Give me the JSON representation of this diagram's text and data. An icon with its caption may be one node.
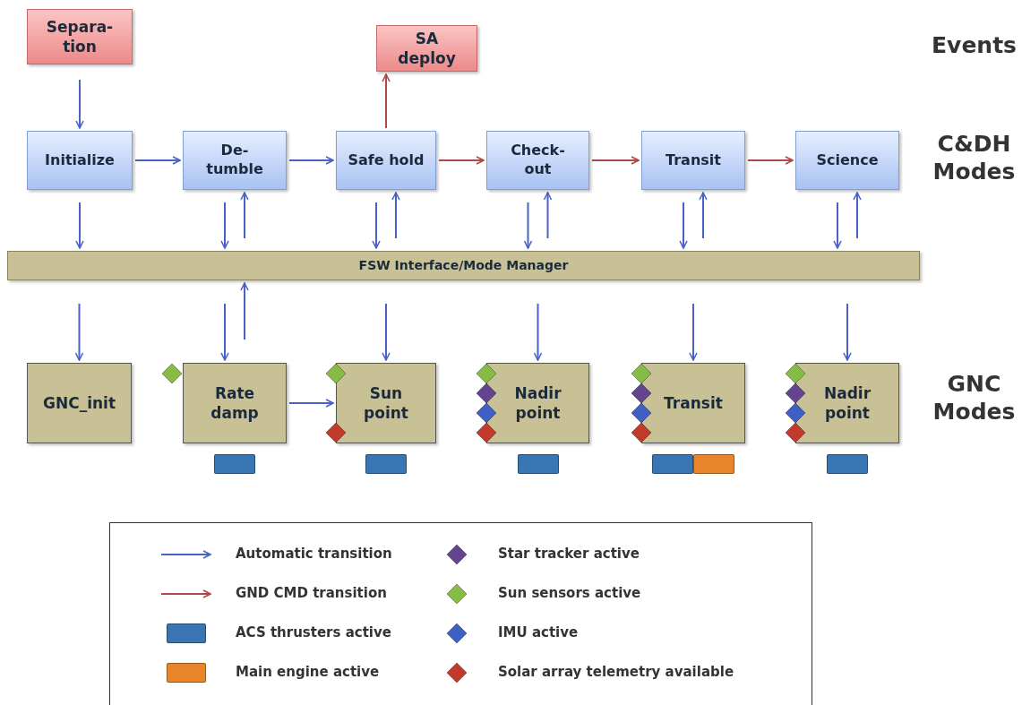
{
  "diagram": {
    "nodes": [
      {
        "text": [
          "Separa- tion"
        ]
      },
      {
        "text": [
          "SA deploy"
        ]
      },
      {
        "text": [
          "Initialize"
        ]
      },
      {
        "text": [
          "De- tumble"
        ]
      },
      {
        "text": [
          "Safe hold"
        ]
      },
      {
        "text": [
          "Check- out"
        ]
      },
      {
        "text": [
          "Transit"
        ]
      },
      {
        "text": [
          "Science"
        ]
      },
      {
        "text": [
          "FSW Interface/Mode Manager"
        ]
      },
      {
        "text": [
          "GNC_init"
        ]
      },
      {
        "text": [
          "Rate damp"
        ]
      },
      {
        "text": [
          "Sun point"
        ]
      },
      {
        "text": [
          "Nadir point"
        ]
      },
      {
        "text": [
          "Transit"
        ]
      },
      {
        "text": [
          "Nadir point"
        ]
      }
    ],
    "edges": [
      {
        "from": 0,
        "to": 2,
        "arrow": "to"
      },
      {
        "from": 4,
        "to": 1,
        "arrow": "to",
        "color": "#b04848"
      },
      {
        "from": 2,
        "to": 3,
        "arrow": "to"
      },
      {
        "from": 3,
        "to": 4,
        "arrow": "to"
      },
      {
        "from": 4,
        "to": 5,
        "arrow": "to",
        "color": "#b04848"
      },
      {
        "from": 5,
        "to": 6,
        "arrow": "to",
        "color": "#b04848"
      },
      {
        "from": 6,
        "to": 7,
        "arrow": "to",
        "color": "#b04848"
      },
      {
        "from": 2,
        "to": 8,
        "arrow": "to"
      },
      {
        "from": 3,
        "to": 8,
        "arrow": "to"
      },
      {
        "from": 8,
        "to": 3,
        "arrow": "to"
      },
      {
        "from": 4,
        "to": 8,
        "arrow": "to"
      },
      {
        "from": 8,
        "to": 4,
        "arrow": "to"
      },
      {
        "from": 5,
        "to": 8,
        "arrow": "to"
      },
      {
        "from": 8,
        "to": 5,
        "arrow": "to"
      },
      {
        "from": 6,
        "to": 8,
        "arrow": "to"
      },
      {
        "from": 8,
        "to": 6,
        "arrow": "to"
      },
      {
        "from": 7,
        "to": 8,
        "arrow": "to"
      },
      {
        "from": 8,
        "to": 7,
        "arrow": "to"
      },
      {
        "from": 8,
        "to": 9,
        "arrow": "to"
      },
      {
        "from": 8,
        "to": 10,
        "arrow": "to"
      },
      {
        "from": 10,
        "to": 8,
        "arrow": "to"
      },
      {
        "from": 8,
        "to": 11,
        "arrow": "to"
      },
      {
        "from": 8,
        "to": 12,
        "arrow": "to"
      },
      {
        "from": 8,
        "to": 13,
        "arrow": "to"
      },
      {
        "from": 8,
        "to": 14,
        "arrow": "to"
      },
      {
        "from": 10,
        "to": 11,
        "arrow": "to"
      }
    ],
    "labels": [
      "Events",
      "C&DH Modes",
      "GNC Modes"
    ],
    "legend": [
      {
        "text": "Automatic transition"
      },
      {
        "text": "GND CMD transition"
      },
      {
        "text": "ACS thrusters active",
        "color": "#3a76b4"
      },
      {
        "text": "Main engine active",
        "color": "#e8842a"
      },
      {
        "text": "Star tracker active",
        "color": "#65448f"
      },
      {
        "text": "Sun sensors active",
        "color": "#86bc46"
      },
      {
        "text": "IMU active",
        "color": "#3f5fc4"
      },
      {
        "text": "Solar array telemetry available",
        "color": "#c23a2c"
      }
    ]
  }
}
